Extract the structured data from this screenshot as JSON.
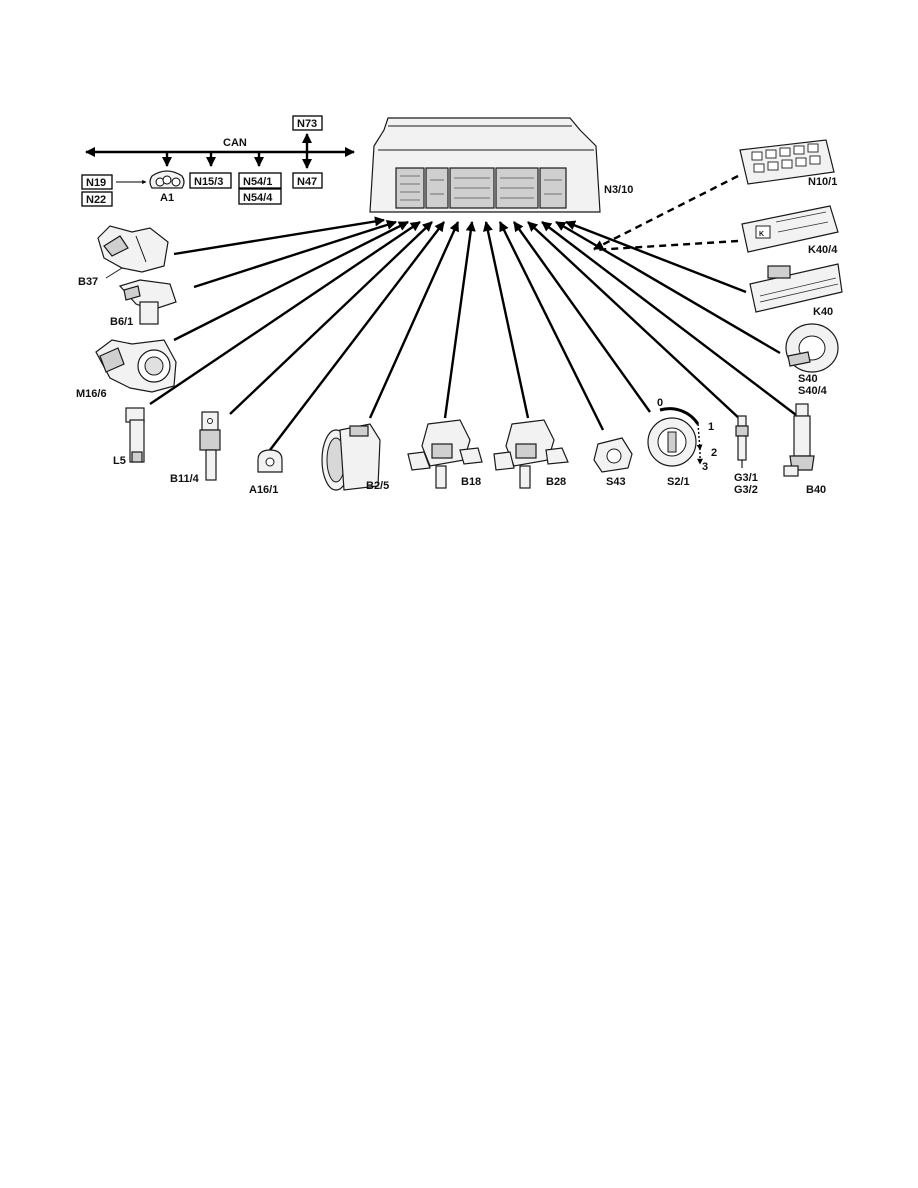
{
  "bus": {
    "label": "CAN"
  },
  "bus_nodes": {
    "n73": "N73",
    "n19": "N19",
    "n22": "N22",
    "a1": "A1",
    "n15_3": "N15/3",
    "n54_1": "N54/1",
    "n54_4": "N54/4",
    "n47": "N47"
  },
  "control_unit": {
    "label": "N3/10"
  },
  "components": {
    "n10_1": "N10/1",
    "k40_4": "K40/4",
    "k40": "K40",
    "s40": "S40",
    "s40_4": "S40/4",
    "b37": "B37",
    "b6_1": "B6/1",
    "m16_6": "M16/6",
    "l5": "L5",
    "b11_4": "B11/4",
    "a16_1": "A16/1",
    "b2_5": "B2/5",
    "b18": "B18",
    "b28": "B28",
    "s43": "S43",
    "s2_1": "S2/1",
    "g3_1": "G3/1",
    "g3_2": "G3/2",
    "b40": "B40"
  },
  "ignition_positions": {
    "p0": "0",
    "p1": "1",
    "p2": "2",
    "p3": "3"
  }
}
